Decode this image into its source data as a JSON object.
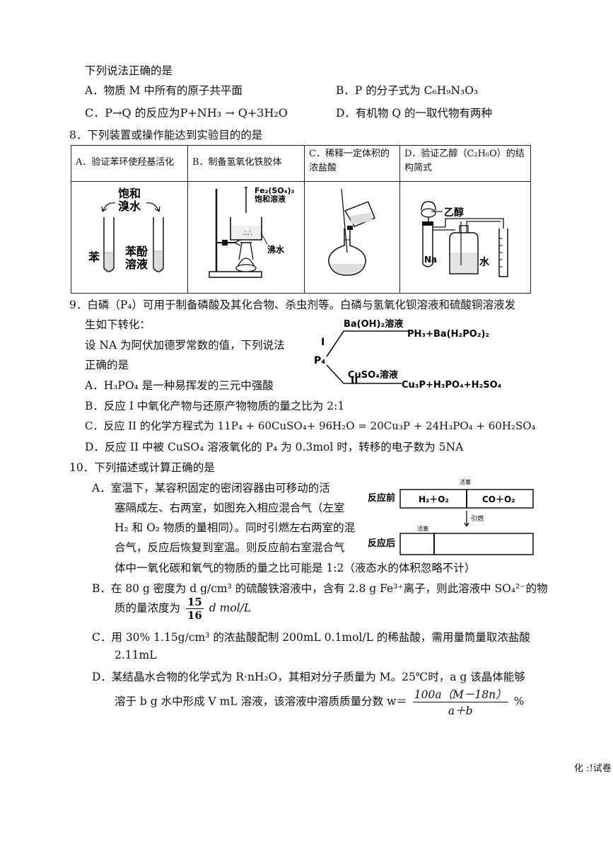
{
  "q7": {
    "intro": "下列说法正确的是",
    "A": "A．物质 M 中所有的原子共平面",
    "B": "B．P 的分子式为 C₆H₉N₃O₃",
    "C": "C．P→Q 的反应为P+NH₃ → Q+3H₂O",
    "D": "D．有机物 Q 的一取代物有两种"
  },
  "q8": {
    "stem": "8．下列装置或操作能达到实验目的的是",
    "headers": [
      "A．验证苯环使羟基活化",
      "B．制备氢氧化铁胶体",
      "C．稀释一定体积的浓盐酸",
      "D．验证乙醇（C₂H₆O）的结构简式"
    ],
    "labelsA": {
      "top1": "饱和",
      "top2": "溴水",
      "left": "苯",
      "right1": "苯酚",
      "right2": "溶液"
    },
    "labelsB": {
      "reagent1": "Fe₂(SO₄)₃",
      "reagent2": "饱和溶液",
      "boil": "沸水"
    },
    "labelsD": {
      "ethanol": "乙醇",
      "na": "Na",
      "water": "水"
    }
  },
  "q9": {
    "stem1": "9．白磷（P₄）可用于制备磷酸及其化合物、杀虫剂等。白磷与氢氧化钡溶液和硫酸铜溶液发",
    "stem2": "生如下转化：",
    "stem3": "设 NA 为阿伏加德罗常数的值，下列说法",
    "stem4": "正确的是",
    "A": "A．H₃PO₄ 是一种易挥发的三元中强酸",
    "B": "B．反应 I 中氧化产物与还原产物物质的量之比为 2:1",
    "C": "C．反应 II 的化学方程式为 11P₄ + 60CuSO₄+ 96H₂O = 20Cu₃P + 24H₃PO₄ + 60H₂SO₄",
    "D": "D．反应 II 中被 CuSO₄ 溶液氧化的 P₄ 为 0.3mol 时，转移的电子数为 5NA",
    "scheme": {
      "p4": "P₄",
      "r1": "I",
      "r2": "II",
      "reagent1": "Ba(OH)₂溶液",
      "product1": "PH₃+Ba(H₂PO₂)₂",
      "reagent2": "CuSO₄溶液",
      "product2": "Cu₃P+H₃PO₄+H₂SO₄"
    }
  },
  "q10": {
    "stem": "10．下列描述或计算正确的是",
    "A1": "A．室温下，某容积固定的密闭容器由可移动的活",
    "A2": "塞隔成左、右两室，如图充入相应混合气（左室",
    "A3": "H₂ 和 O₂ 物质的量相同）。同时引燃左右两室的混",
    "A4": "合气，反应后恢复到室温。则反应前右室混合气",
    "A5": "体中一氧化碳和氧气的物质的量之比可能是 1:2（液态水的体积忽略不计）",
    "B1": "B．在 80 g 密度为 d g/cm³ 的硫酸铁溶液中，含有 2.8 g Fe³⁺离子，则此溶液中 SO₄²⁻的物",
    "B2a": "质的量浓度为",
    "B2num": "15",
    "B2den": "16",
    "B2b": "d  mol/L",
    "C1": "C．用 30% 1.15g/cm³ 的浓盐酸配制 200mL 0.1mol/L 的稀盐酸，需用量筒量取浓盐酸",
    "C2": "2.11mL",
    "D1": "D．某结晶水合物的化学式为 R·nH₂O，其相对分子质量为 M。25℃时，a g 该晶体能够",
    "D2a": "溶于 b g 水中形成 V mL 溶液，该溶液中溶质质量分数 w＝",
    "D2num": "100a（M－18n）",
    "D2den": "a＋b",
    "D2b": "%",
    "fig": {
      "before": "反应前",
      "after": "反应后",
      "left_gas": "H₂＋O₂",
      "right_gas": "CO＋O₂",
      "piston": "活塞",
      "ignite": "引燃"
    }
  },
  "footer": "化 :!试卷"
}
